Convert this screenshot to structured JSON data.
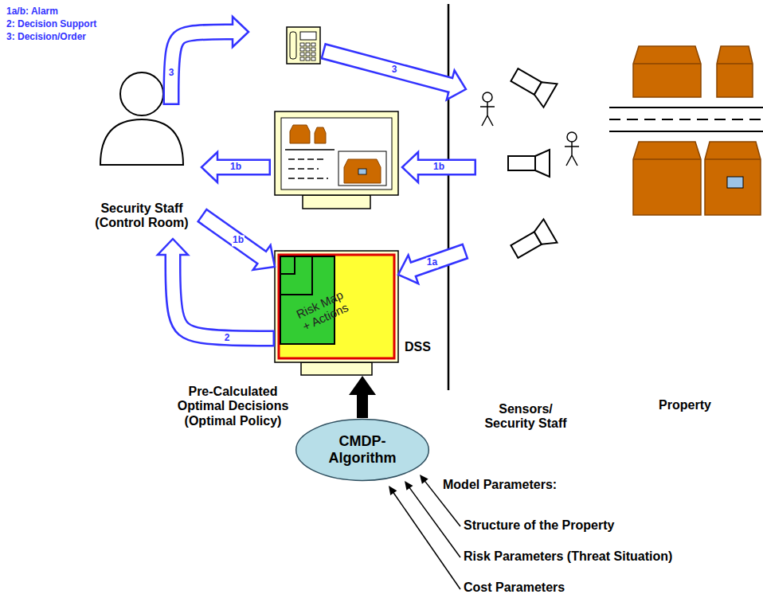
{
  "diagram": {
    "nodes": [
      {
        "text": [
          "Security Staff (Control Room)"
        ]
      },
      {
        "text": [
          "Risk Map + Actions",
          "DSS"
        ]
      },
      {
        "text": [
          "Sensors/ Security Staff"
        ]
      },
      {
        "text": [
          "Property"
        ]
      },
      {
        "text": [
          "CMDP- Algorithm"
        ]
      }
    ],
    "edges": [
      {
        "from": 0,
        "to": 1,
        "label": "1b",
        "arrow": "to"
      },
      {
        "from": 1,
        "to": 0,
        "label": "2",
        "arrow": "to"
      },
      {
        "from": 2,
        "to": 1,
        "label": "1a",
        "arrow": "to"
      },
      {
        "from": 4,
        "to": 1,
        "label": "Pre-Calculated Optimal Decisions (Optimal Policy)",
        "arrow": "to"
      }
    ],
    "labels": [
      "1a/b: Alarm",
      "2: Decision Support",
      "3: Decision/Order",
      "3",
      "3",
      "1b",
      "1b",
      "Model Parameters:",
      "Structure of the Property",
      "Risk Parameters (Threat Situation)",
      "Cost Parameters"
    ]
  }
}
